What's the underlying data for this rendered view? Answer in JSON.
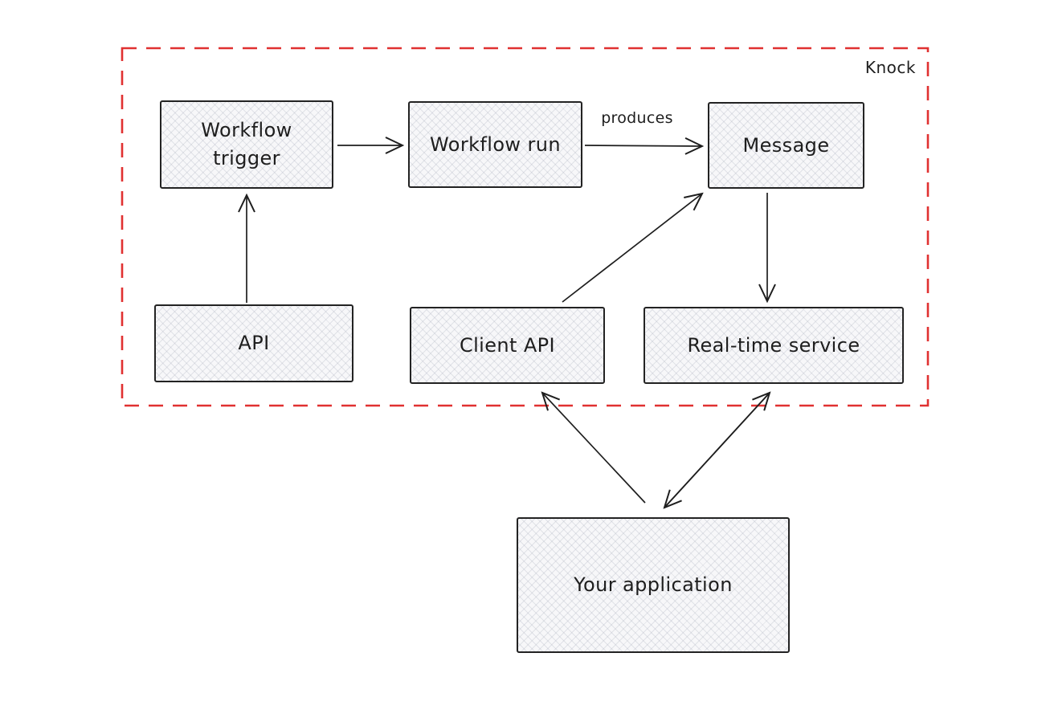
{
  "diagram": {
    "boundary": {
      "label": "Knock",
      "color": "#e03131"
    },
    "nodes": {
      "workflow_trigger": {
        "label": "Workflow trigger"
      },
      "workflow_run": {
        "label": "Workflow run"
      },
      "message": {
        "label": "Message"
      },
      "api": {
        "label": "API"
      },
      "client_api": {
        "label": "Client API"
      },
      "realtime_service": {
        "label": "Real-time service"
      },
      "your_application": {
        "label": "Your application"
      }
    },
    "edges": [
      {
        "from": "workflow_trigger",
        "to": "workflow_run",
        "label": "",
        "direction": "forward"
      },
      {
        "from": "workflow_run",
        "to": "message",
        "label": "produces",
        "direction": "forward"
      },
      {
        "from": "api",
        "to": "workflow_trigger",
        "label": "",
        "direction": "forward"
      },
      {
        "from": "message",
        "to": "realtime_service",
        "label": "",
        "direction": "forward"
      },
      {
        "from": "client_api",
        "to": "message",
        "label": "",
        "direction": "forward"
      },
      {
        "from": "your_application",
        "to": "client_api",
        "label": "",
        "direction": "forward"
      },
      {
        "from": "realtime_service",
        "to": "your_application",
        "label": "",
        "direction": "both"
      }
    ],
    "colors": {
      "stroke": "#1e1e1e",
      "boundary": "#e03131",
      "node_fill": "#f7f7f9"
    }
  }
}
